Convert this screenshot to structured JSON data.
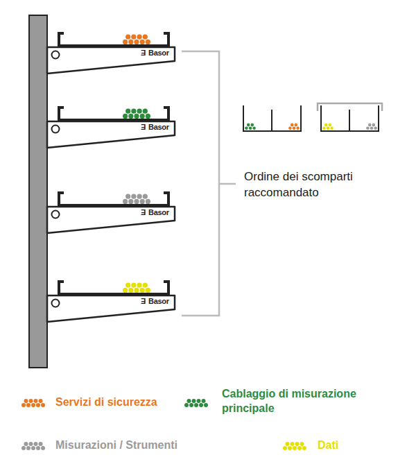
{
  "diagram": {
    "labels": [
      "Basor",
      "Basor",
      "Basor",
      "Basor",
      "Ordine dei scomparti raccomandato"
    ],
    "legend": [
      {
        "text": "Servizi di sicurezza",
        "color": "#e87722"
      },
      {
        "text": "Cablaggio di misurazione principale",
        "color": "#2e8b3e"
      },
      {
        "text": "Misurazioni / Strumenti",
        "color": "#9a9a9a"
      },
      {
        "text": "Dati",
        "color": "#e6e000"
      }
    ]
  }
}
